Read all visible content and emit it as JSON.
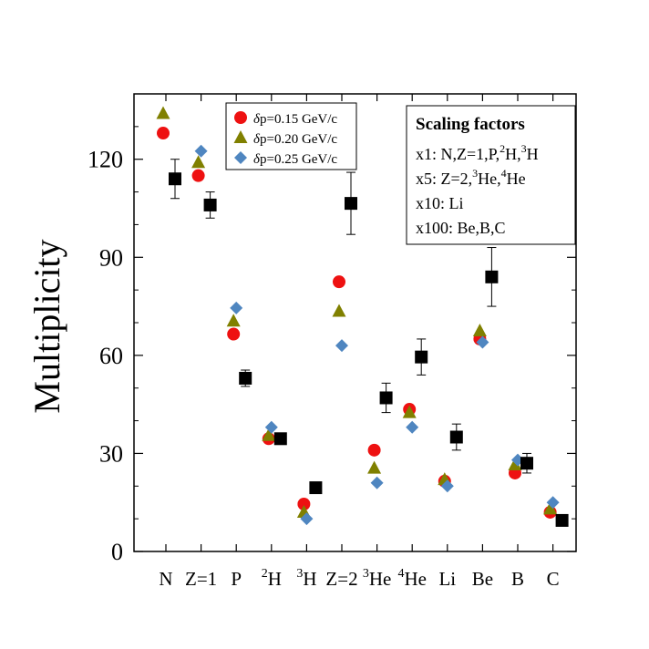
{
  "chart_data": {
    "type": "scatter",
    "ylabel": "Multiplicity",
    "xlabel": "",
    "ylim": [
      0,
      140
    ],
    "yticks": [
      "0",
      "30",
      "60",
      "90",
      "120"
    ],
    "yticks_values": [
      0,
      30,
      60,
      90,
      120
    ],
    "categories": [
      {
        "base": "",
        "sup": "",
        "main": "N"
      },
      {
        "base": "",
        "sup": "",
        "main": "Z=1"
      },
      {
        "base": "",
        "sup": "",
        "main": "P"
      },
      {
        "base": "",
        "sup": "2",
        "main": "H"
      },
      {
        "base": "",
        "sup": "3",
        "main": "H"
      },
      {
        "base": "",
        "sup": "",
        "main": "Z=2"
      },
      {
        "base": "",
        "sup": "3",
        "main": "He"
      },
      {
        "base": "",
        "sup": "4",
        "main": "He"
      },
      {
        "base": "",
        "sup": "",
        "main": "Li"
      },
      {
        "base": "",
        "sup": "",
        "main": "Be"
      },
      {
        "base": "",
        "sup": "",
        "main": "B"
      },
      {
        "base": "",
        "sup": "",
        "main": "C"
      }
    ],
    "series": [
      {
        "name": "δp=0.15 GeV/c",
        "marker": "circle",
        "color": "#ee1111",
        "values": [
          128,
          115,
          66.5,
          34.5,
          14.5,
          82.5,
          31,
          43.5,
          21.5,
          65,
          24,
          12
        ]
      },
      {
        "name": "δp=0.20 GeV/c",
        "marker": "triangle",
        "color": "#808000",
        "values": [
          134,
          119,
          70.5,
          35.5,
          12,
          73.5,
          25.5,
          42.5,
          22,
          67.5,
          26.5,
          13
        ]
      },
      {
        "name": "δp=0.25 GeV/c",
        "marker": "diamond",
        "color": "#4f86c0",
        "values": [
          null,
          122.5,
          74.5,
          38,
          10,
          63,
          21,
          38,
          20,
          64,
          28,
          15
        ]
      }
    ],
    "experimental": {
      "marker": "square",
      "color": "#000000",
      "values": [
        114,
        106,
        53,
        34.5,
        19.5,
        106.5,
        47,
        59.5,
        35,
        84,
        27,
        9.5
      ],
      "errors": [
        6,
        4,
        2.5,
        1.5,
        1,
        9.5,
        4.5,
        5.5,
        4,
        9,
        3,
        1
      ]
    },
    "legend": {
      "position": "top-center",
      "prefix": "δ",
      "entries": [
        "p=0.15 GeV/c",
        "p=0.20 GeV/c",
        "p=0.25 GeV/c"
      ]
    },
    "scaling_box": {
      "title": "Scaling factors",
      "lines": [
        [
          {
            "t": "x1: N,Z=1,P,"
          },
          {
            "s": "2"
          },
          {
            "t": "H,"
          },
          {
            "s": "3"
          },
          {
            "t": "H"
          }
        ],
        [
          {
            "t": "x5: Z=2,"
          },
          {
            "s": "3"
          },
          {
            "t": "He,"
          },
          {
            "s": "4"
          },
          {
            "t": "He"
          }
        ],
        [
          {
            "t": "x10: Li"
          }
        ],
        [
          {
            "t": "x100: Be,B,C"
          }
        ]
      ]
    }
  }
}
